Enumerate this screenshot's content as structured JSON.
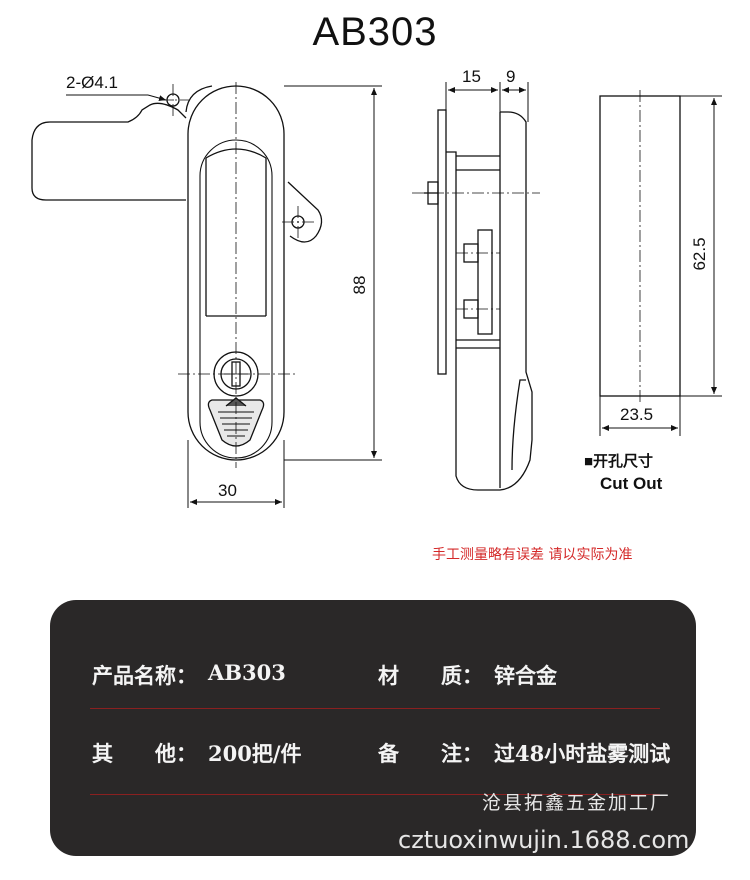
{
  "product_title": "AB303",
  "dimensions": {
    "hole": "2-Ø4.1",
    "width": "30",
    "height": "88",
    "side_depth_1": "15",
    "side_depth_2": "9",
    "cutout_height": "62.5",
    "cutout_width": "23.5"
  },
  "cutout_label": {
    "zh": "■开孔尺寸",
    "en": "Cut Out"
  },
  "note": "手工测量略有误差 请以实际为准",
  "colors": {
    "note": "#d42a2a",
    "card": "#2a2828",
    "divider": "#8a2020",
    "line": "#111111"
  },
  "specs": [
    {
      "label": "产品名称：",
      "value": "AB303"
    },
    {
      "label": "材　　质：",
      "value": "锌合金"
    },
    {
      "label": "其　　他：",
      "value": "200把/件"
    },
    {
      "label": "备　　注：",
      "value": "过48小时盐雾测试"
    }
  ],
  "watermark": {
    "company": "沧县拓鑫五金加工厂",
    "url": "cztuoxinwujin.1688.com"
  }
}
